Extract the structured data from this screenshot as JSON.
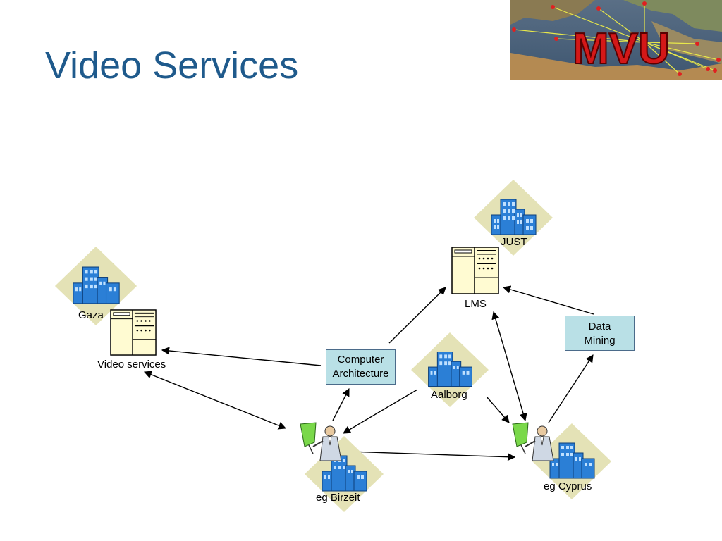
{
  "slide": {
    "title": "Video Services",
    "logo_text": "MVU"
  },
  "nodes": {
    "just": "JUST",
    "lms": "LMS",
    "gaza": "Gaza",
    "video_services": "Video services",
    "computer_architecture": [
      "Computer",
      "Architecture"
    ],
    "data_mining": [
      "Data",
      "Mining"
    ],
    "aalborg": "Aalborg",
    "birzeit": "eg Birzeit",
    "cyprus": "eg Cyprus"
  },
  "icons": {
    "building": "building-icon",
    "server": "server-icon",
    "presenter": "presenter-icon"
  },
  "colors": {
    "title": "#1f5a8c",
    "box_fill": "#b9e0e6",
    "diamond": "#e4e2b6",
    "building": "#2b7fd6"
  }
}
